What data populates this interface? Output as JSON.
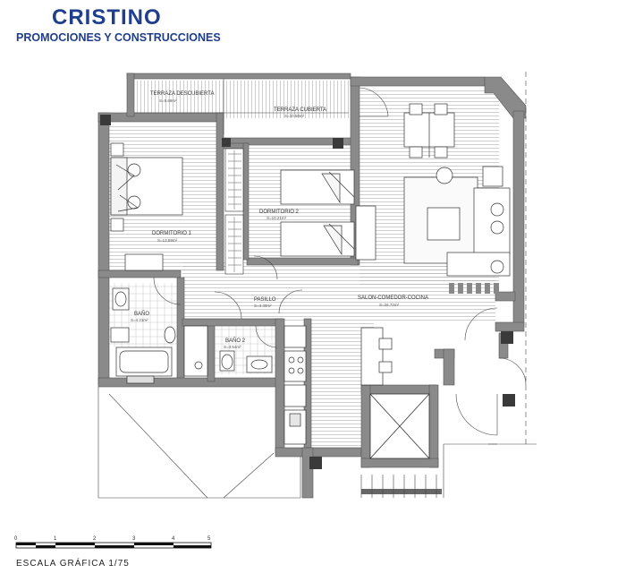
{
  "brand": {
    "name": "CRISTINO",
    "tagline": "PROMOCIONES Y CONSTRUCCIONES",
    "color": "#1f3e8c"
  },
  "rooms": {
    "terraza_descubierta": {
      "label": "TERRAZA DESCUBIERTA",
      "area": "S=5.69m²"
    },
    "terraza_cubierta": {
      "label": "TERRAZA CUBIERTA",
      "area": "S=10.58m²"
    },
    "dormitorio1": {
      "label": "DORMITORIO 1",
      "area": "S=13.59m²"
    },
    "dormitorio2": {
      "label": "DORMITORIO 2",
      "area": "S=10.21m²"
    },
    "salon": {
      "label": "SALON-COMEDOR-COCINA",
      "area": "S=26.72m²"
    },
    "pasillo": {
      "label": "PASILLO",
      "area": "S=4.40m²"
    },
    "bano1": {
      "label": "BAÑO",
      "area": "S=4.21m²"
    },
    "bano2": {
      "label": "BAÑO 2",
      "area": "S=3.54m²"
    }
  },
  "scale": {
    "label": "ESCALA GRÁFICA 1/75",
    "ticks": [
      "0",
      "1",
      "2",
      "3",
      "4",
      "5"
    ]
  }
}
